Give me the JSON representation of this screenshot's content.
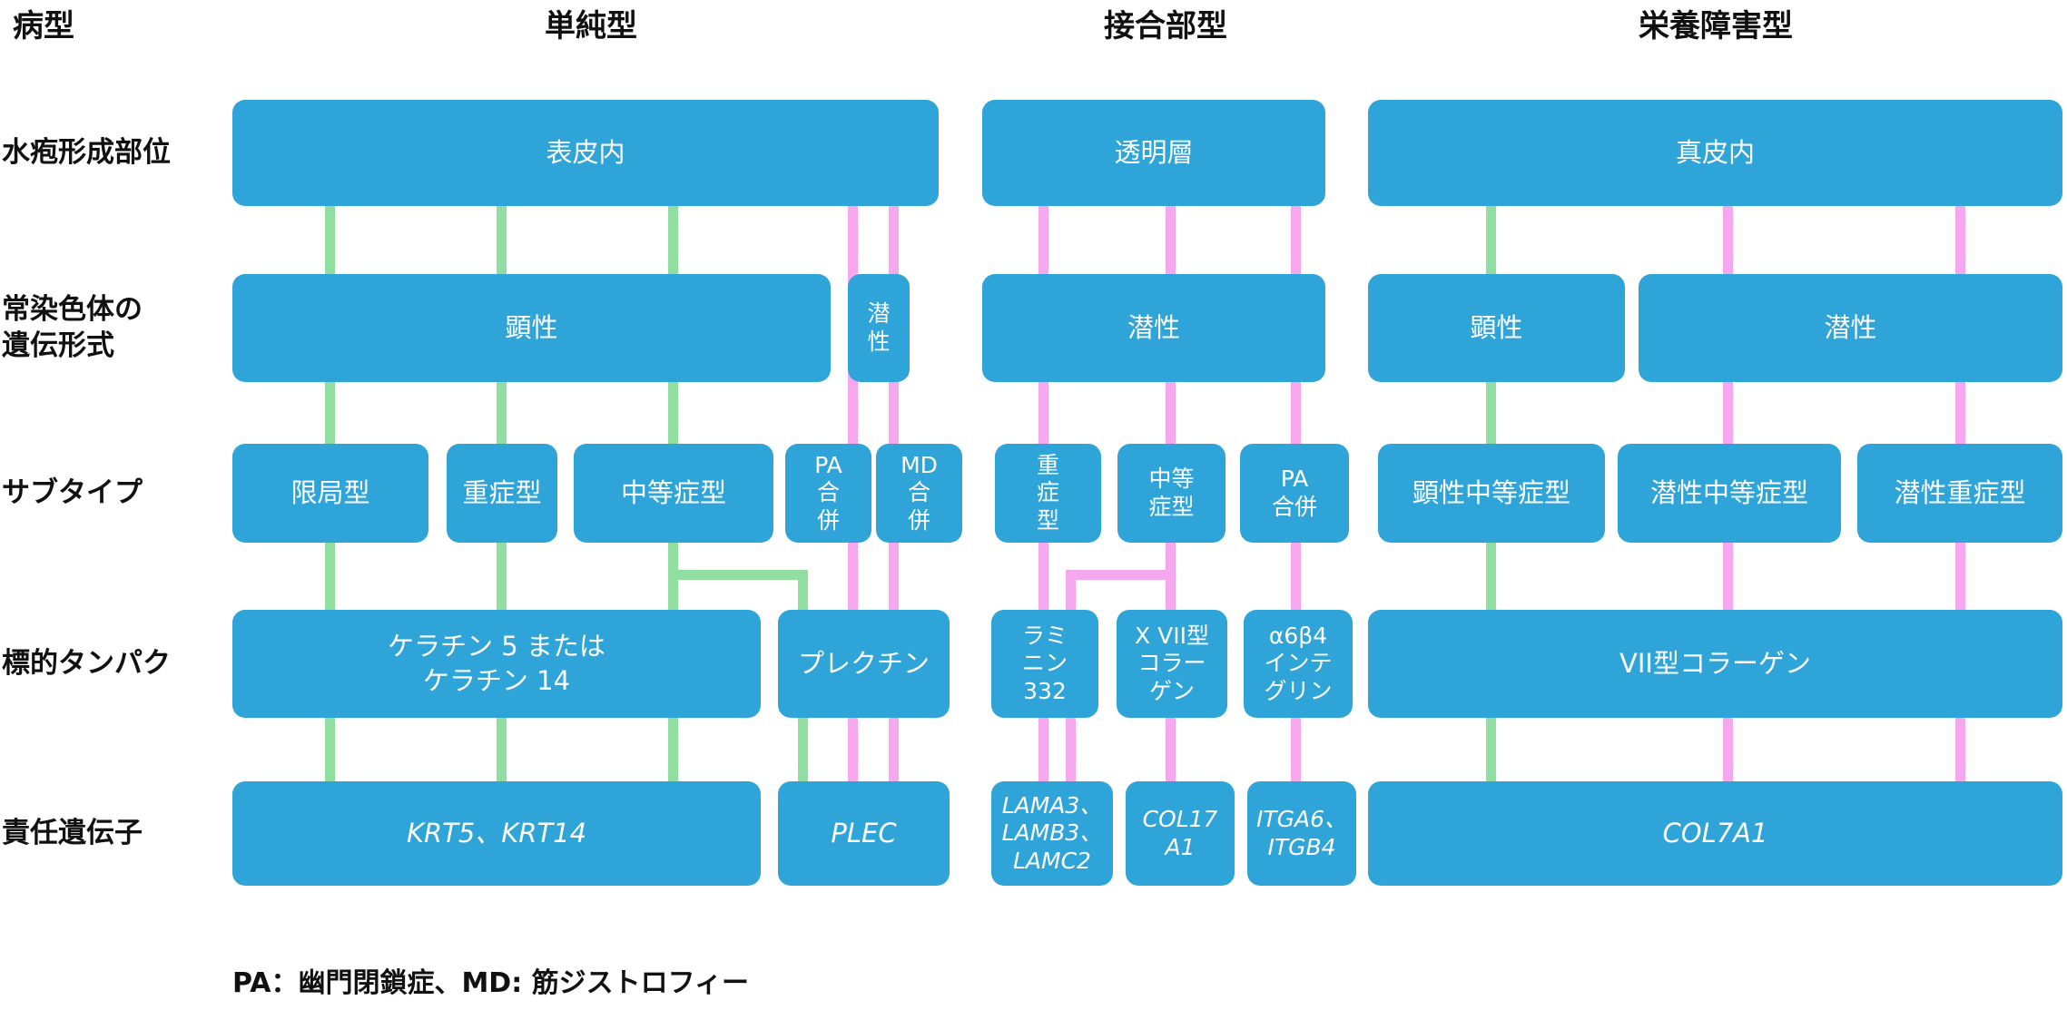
{
  "headers": {
    "type_label": "病型",
    "simplex": "単純型",
    "junctional": "接合部型",
    "dystrophic": "栄養障害型"
  },
  "row_labels": {
    "blister_site": "水疱形成部位",
    "inheritance": "常染色体の\n遺伝形式",
    "subtype": "サブタイプ",
    "target_protein": "標的タンパク",
    "gene": "責任遺伝子"
  },
  "simplex": {
    "blister_site": "表皮内",
    "inheritance_dominant": "顕性",
    "inheritance_recessive": "潜\n性",
    "subtype_localized": "限局型",
    "subtype_severe": "重症型",
    "subtype_intermediate": "中等症型",
    "subtype_pa": "PA\n合\n併",
    "subtype_md": "MD\n合\n併",
    "protein_keratin": "ケラチン 5 または\nケラチン 14",
    "protein_plectin": "プレクチン",
    "gene_krt": "KRT5、KRT14",
    "gene_plec": "PLEC"
  },
  "junctional": {
    "blister_site": "透明層",
    "inheritance_recessive": "潜性",
    "subtype_severe": "重\n症\n型",
    "subtype_intermediate": "中等\n症型",
    "subtype_pa": "PA\n合併",
    "protein_laminin": "ラミ\nニン\n332",
    "protein_col17": "X VII型\nコラー\nゲン",
    "protein_integrin": "α6β4\nインテ\nグリン",
    "gene_laminin": "LAMA3、\nLAMB3、\nLAMC2",
    "gene_col17": "COL17\nA1",
    "gene_integrin": "ITGA6、\nITGB4"
  },
  "dystrophic": {
    "blister_site": "真皮内",
    "inheritance_dominant": "顕性",
    "inheritance_recessive": "潜性",
    "subtype_dominant_intermediate": "顕性中等症型",
    "subtype_recessive_intermediate": "潜性中等症型",
    "subtype_recessive_severe": "潜性重症型",
    "protein_col7": "VII型コラーゲン",
    "gene_col7": "COL7A1"
  },
  "footnote": "PA：幽門閉鎖症、MD: 筋ジストロフィー",
  "colors": {
    "box_blue": "#2EA4D9",
    "connector_green": "#90DFA0",
    "connector_pink": "#F5A8EE",
    "text_white": "#FFFFFF",
    "label_black": "#111111"
  }
}
